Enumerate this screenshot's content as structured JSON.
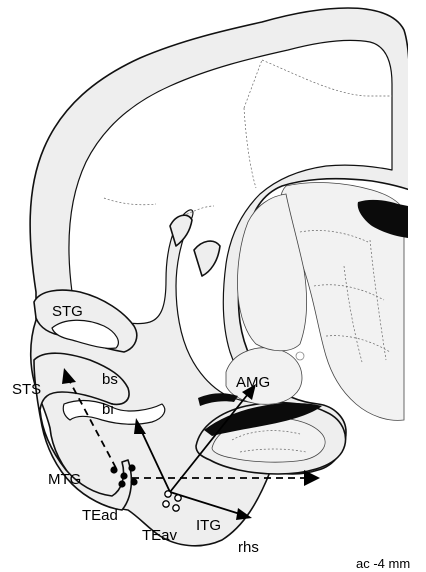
{
  "labels": {
    "stg": "STG",
    "sts": "STS",
    "bs": "bs",
    "bi": "bi",
    "amg": "AMG",
    "mtg": "MTG",
    "tead": "TEad",
    "teav": "TEav",
    "itg": "ITG",
    "rhs": "rhs",
    "coordinate": "ac -4 mm"
  },
  "colors": {
    "cortex_fill": "#eeeeee",
    "white_matter_fill": "#ffffff",
    "outline": "#111111",
    "ventricle_fill": "#0b0b0b",
    "arrow": "#000000"
  },
  "connections": [
    {
      "from": "TEad",
      "to": "STS",
      "style": "dashed"
    },
    {
      "from": "TEad",
      "to": "ITG",
      "style": "dashed"
    },
    {
      "from": "TEav",
      "to": "bi",
      "style": "solid"
    },
    {
      "from": "TEav",
      "to": "AMG",
      "style": "solid"
    },
    {
      "from": "TEav",
      "to": "rhs",
      "style": "solid"
    }
  ]
}
